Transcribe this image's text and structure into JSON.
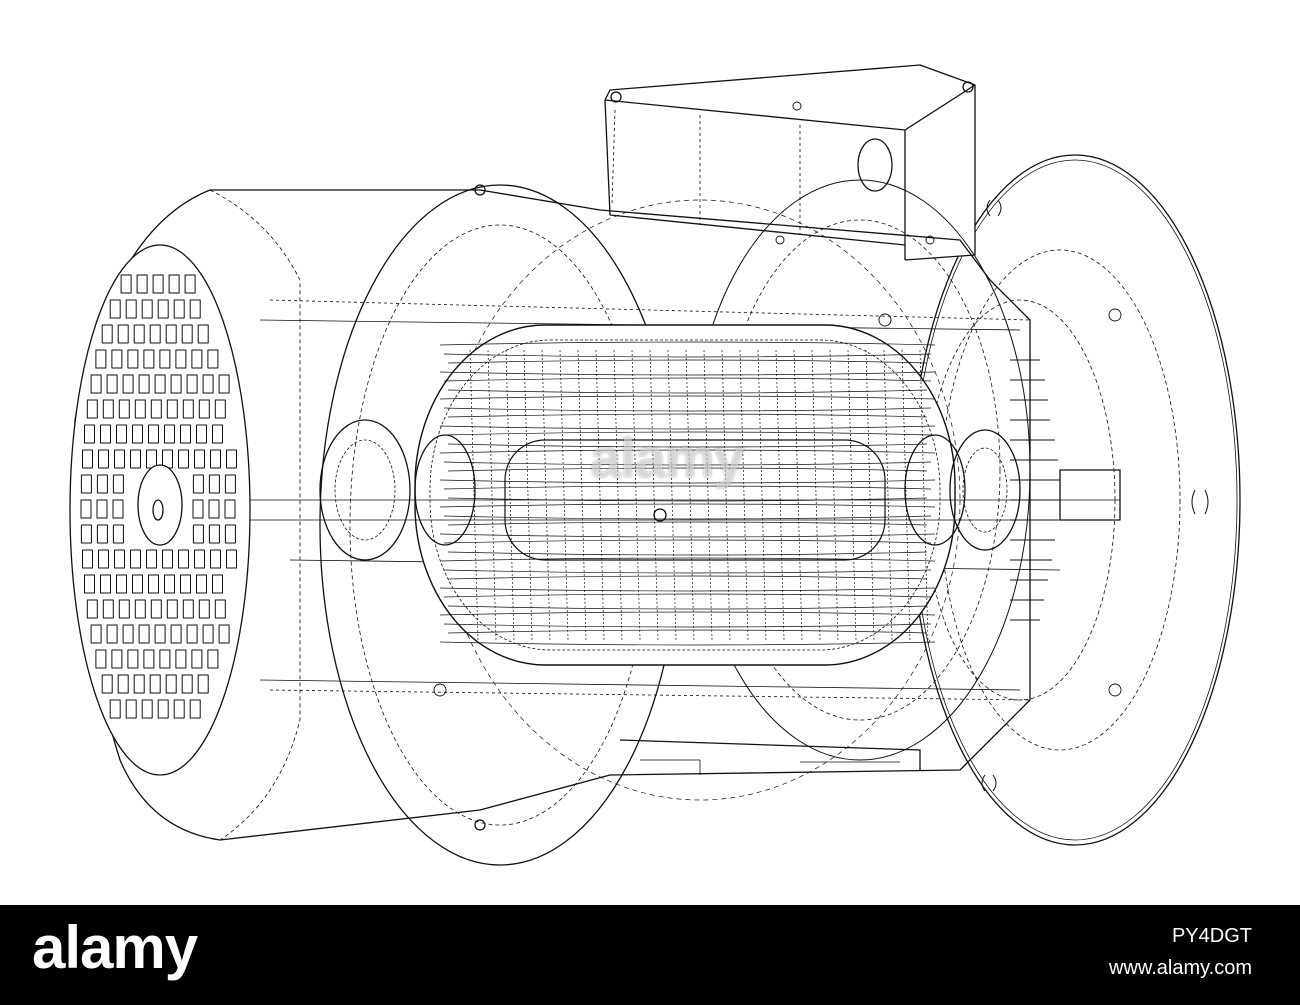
{
  "image": {
    "subject": "electric-motor-wireframe",
    "colors": {
      "background": "#ffffff",
      "line": "#111111",
      "hidden_line": "#555555",
      "footer_bg": "#000000",
      "footer_text": "#ffffff"
    }
  },
  "watermark": {
    "logo_text": "alamy",
    "center_text": "alamy",
    "image_id": "PY4DGT",
    "url": "www.alamy.com"
  }
}
